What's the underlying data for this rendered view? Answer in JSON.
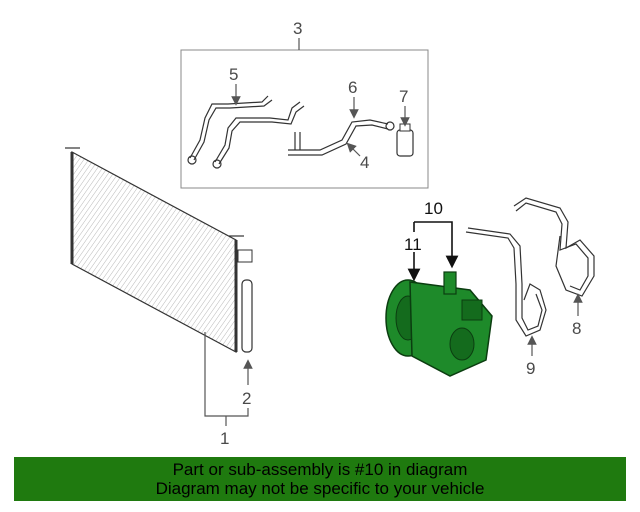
{
  "diagram": {
    "callouts": {
      "c1": "1",
      "c2": "2",
      "c3": "3",
      "c4": "4",
      "c5": "5",
      "c6": "6",
      "c7": "7",
      "c8": "8",
      "c9": "9",
      "c10": "10",
      "c11": "11"
    },
    "colors": {
      "compressor": "#1e8a2a",
      "banner": "#1f7a0f"
    }
  },
  "footer": {
    "line1": "Part or sub-assembly is #10 in diagram",
    "line2": "Diagram may not be specific to your vehicle"
  }
}
